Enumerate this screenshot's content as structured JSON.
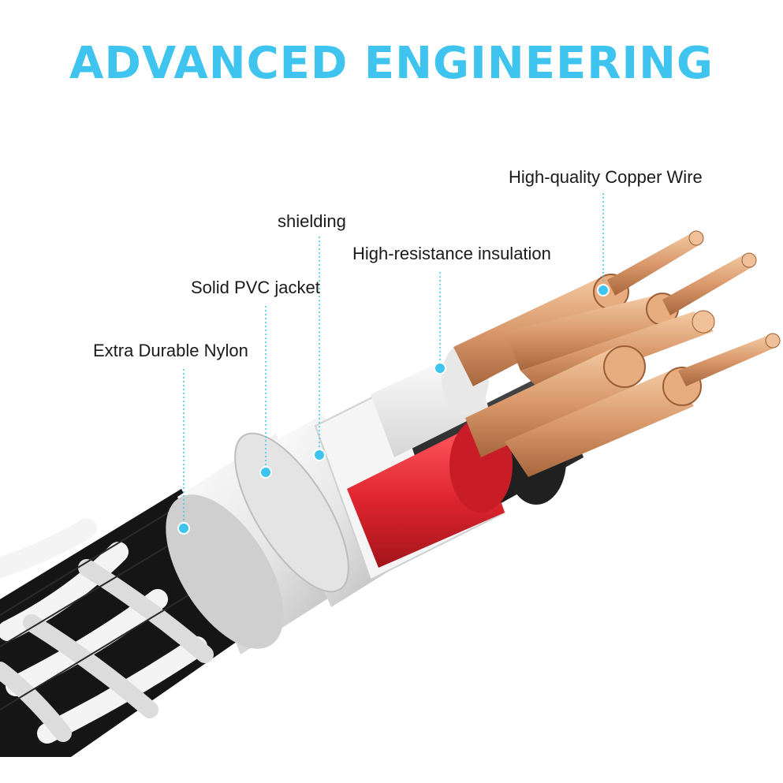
{
  "title": "ADVANCED ENGINEERING",
  "callouts": {
    "copper": "High-quality Copper Wire",
    "shielding": "shielding",
    "insulation": "High-resistance insulation",
    "pvc": "Solid PVC jacket",
    "nylon": "Extra Durable Nylon"
  },
  "colors": {
    "accent": "#3ec4ef",
    "copper": "#d9996b",
    "red_insulation": "#e0262f",
    "black_insulation": "#1c1c1c",
    "white_insulation": "#f2f2f2"
  }
}
